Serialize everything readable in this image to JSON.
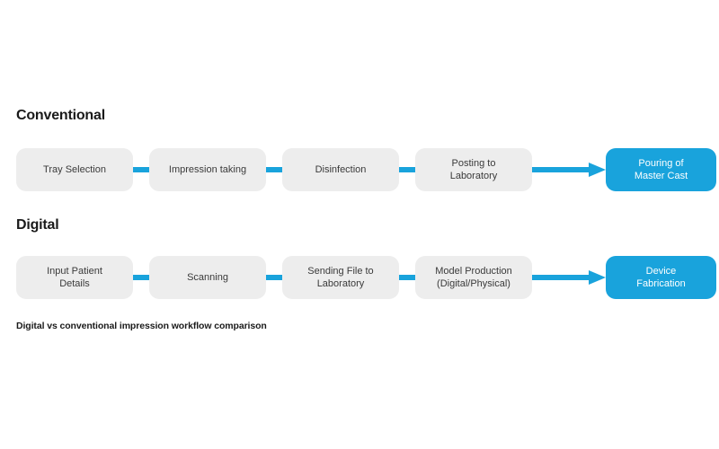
{
  "figure": {
    "background_color": "#ffffff",
    "accent_color": "#19a3dc",
    "step_color": "#ededed",
    "caption": "Digital vs conventional impression workflow comparison"
  },
  "rows": [
    {
      "heading": "Conventional",
      "steps": [
        {
          "label": "Tray Selection",
          "style": "gray"
        },
        {
          "label": "Impression taking",
          "style": "gray"
        },
        {
          "label": "Disinfection",
          "style": "gray"
        },
        {
          "label": "Posting to\nLaboratory",
          "style": "gray"
        },
        {
          "label": "Pouring of\nMaster Cast",
          "style": "accent"
        }
      ],
      "connectors": [
        "bar",
        "bar",
        "bar",
        "arrow"
      ]
    },
    {
      "heading": "Digital",
      "steps": [
        {
          "label": "Input Patient\nDetails",
          "style": "gray"
        },
        {
          "label": "Scanning",
          "style": "gray"
        },
        {
          "label": "Sending File to\nLaboratory",
          "style": "gray"
        },
        {
          "label": "Model Production\n(Digital/Physical)",
          "style": "gray"
        },
        {
          "label": "Device\nFabrication",
          "style": "accent"
        }
      ],
      "connectors": [
        "bar",
        "bar",
        "bar",
        "arrow"
      ]
    }
  ]
}
